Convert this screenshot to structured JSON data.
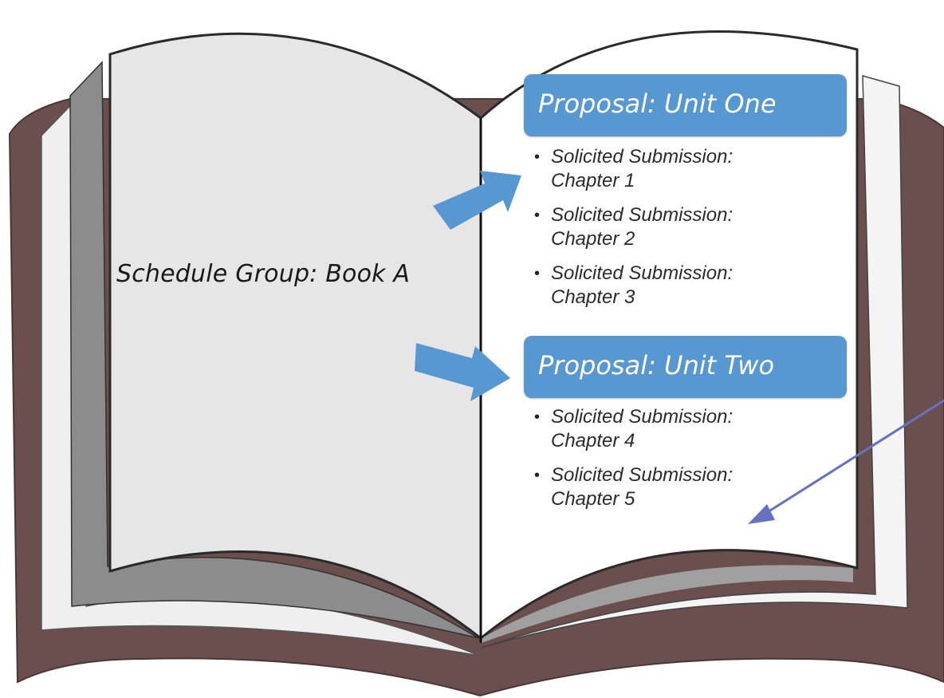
{
  "schedule_group": "Schedule Group: Book A",
  "proposals": [
    {
      "title": "Proposal:  Unit One",
      "submissions": [
        {
          "title": "Solicited Submission:",
          "chapter": "Chapter 1"
        },
        {
          "title": "Solicited Submission:",
          "chapter": "Chapter 2"
        },
        {
          "title": "Solicited Submission:",
          "chapter": "Chapter 3"
        }
      ]
    },
    {
      "title": "Proposal:  Unit Two",
      "submissions": [
        {
          "title": "Solicited  Submission:",
          "chapter": "Chapter 4"
        },
        {
          "title": "Solicited  Submission:",
          "chapter": "Chapter 5"
        }
      ]
    }
  ],
  "colors": {
    "cover": "#6b4e4e",
    "header": "#5797d2",
    "arrow": "#5797d2",
    "pointer": "#6672c0",
    "left_page": "#e6e6e6",
    "right_page": "#ffffff",
    "page_shadow": "#8c8c8c",
    "outline": "#2a2a2a"
  }
}
